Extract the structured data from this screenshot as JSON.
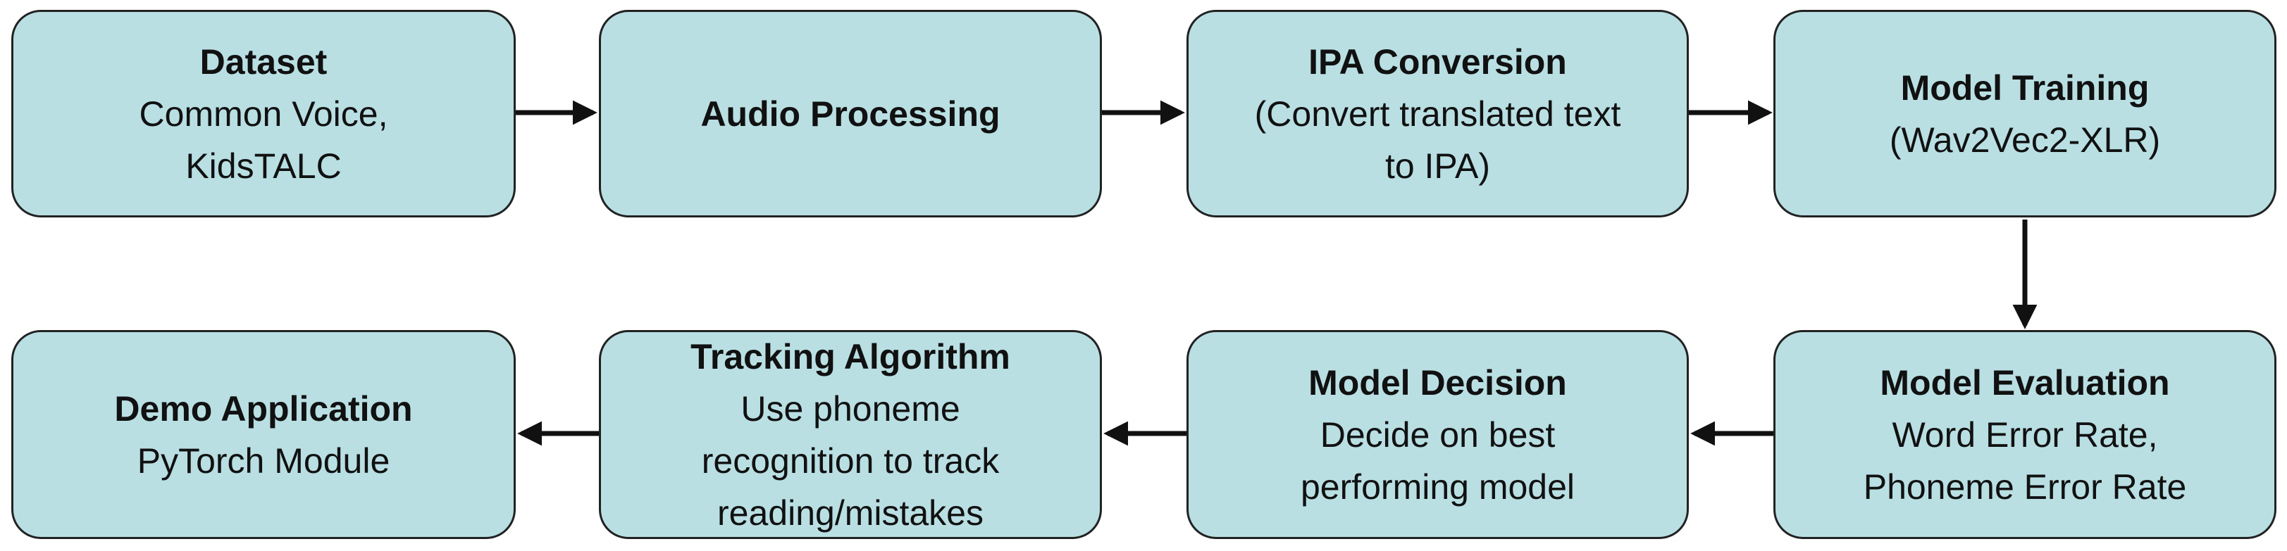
{
  "colors": {
    "box_fill": "#b9dfe3",
    "box_border": "#222222",
    "arrow": "#111111",
    "text": "#111111"
  },
  "row1": [
    {
      "title": "Dataset",
      "lines": [
        "Common Voice,",
        "KidsTALC"
      ]
    },
    {
      "title": "Audio Processing",
      "lines": []
    },
    {
      "title": "IPA Conversion",
      "lines": [
        "(Convert translated text",
        "to IPA)"
      ]
    },
    {
      "title": "Model Training",
      "lines": [
        "(Wav2Vec2-XLR)"
      ]
    }
  ],
  "row2": [
    {
      "title": "Demo Application",
      "lines": [
        "PyTorch Module"
      ]
    },
    {
      "title": "Tracking Algorithm",
      "lines": [
        "Use phoneme",
        "recognition to track",
        "reading/mistakes"
      ]
    },
    {
      "title": "Model Decision",
      "lines": [
        "Decide on best",
        "performing model"
      ]
    },
    {
      "title": "Model Evaluation",
      "lines": [
        "Word Error Rate,",
        "Phoneme Error Rate"
      ]
    }
  ]
}
